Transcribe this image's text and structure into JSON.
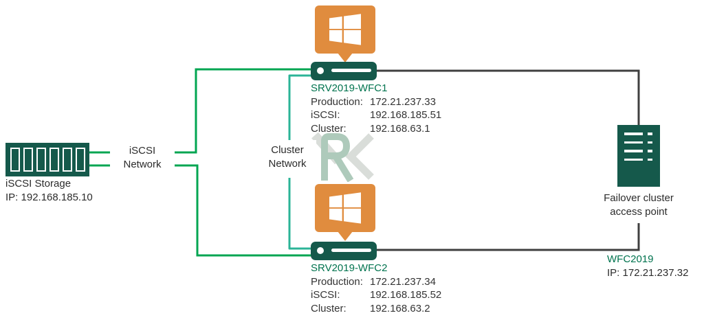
{
  "title": "Failover cluster network diagram",
  "colors": {
    "green_dark": "#15594B",
    "green_text": "#00734E",
    "line_green": "#00A551",
    "line_teal": "#2BB497",
    "line_dark": "#3F3F3F",
    "orange": "#E08C3E",
    "text": "#333333",
    "wm_gray": "#D9DDD9",
    "wm_sage": "#AECABB"
  },
  "storage": {
    "label": "iSCSI Storage",
    "ip": "IP: 192.168.185.10"
  },
  "labels": {
    "iscsi_network": {
      "line1": "iSCSI",
      "line2": "Network"
    },
    "cluster_network": {
      "line1": "Cluster",
      "line2": "Network"
    }
  },
  "servers": [
    {
      "name": "SRV2019-WFC1",
      "rows": [
        {
          "label": "Production:",
          "value": "172.21.237.33"
        },
        {
          "label": "iSCSI:",
          "value": "192.168.185.51"
        },
        {
          "label": "Cluster:",
          "value": "192.168.63.1"
        }
      ]
    },
    {
      "name": "SRV2019-WFC2",
      "rows": [
        {
          "label": "Production:",
          "value": "172.21.237.34"
        },
        {
          "label": "iSCSI:",
          "value": "192.168.185.52"
        },
        {
          "label": "Cluster:",
          "value": "192.168.63.2"
        }
      ]
    }
  ],
  "access_point": {
    "line1": "Failover cluster",
    "line2": "access point",
    "name": "WFC2019",
    "ip": "IP: 172.21.237.32"
  },
  "watermark": "RK"
}
